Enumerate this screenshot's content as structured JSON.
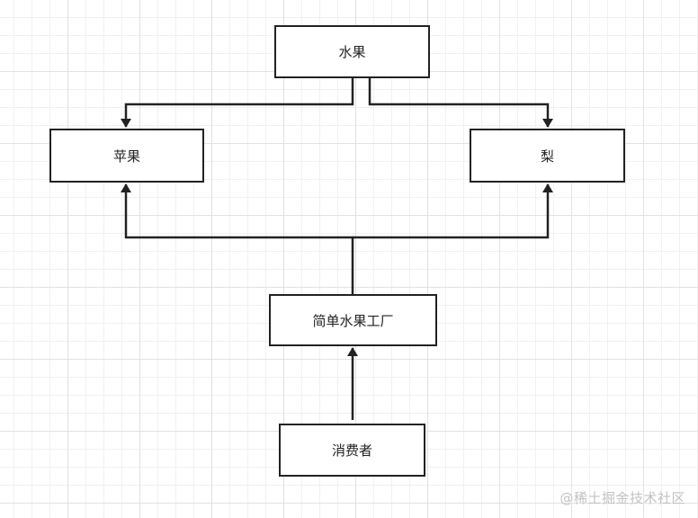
{
  "nodes": {
    "fruit": "水果",
    "apple": "苹果",
    "pear": "梨",
    "factory": "简单水果工厂",
    "consumer": "消费者"
  },
  "watermark": "@稀土掘金技术社区"
}
